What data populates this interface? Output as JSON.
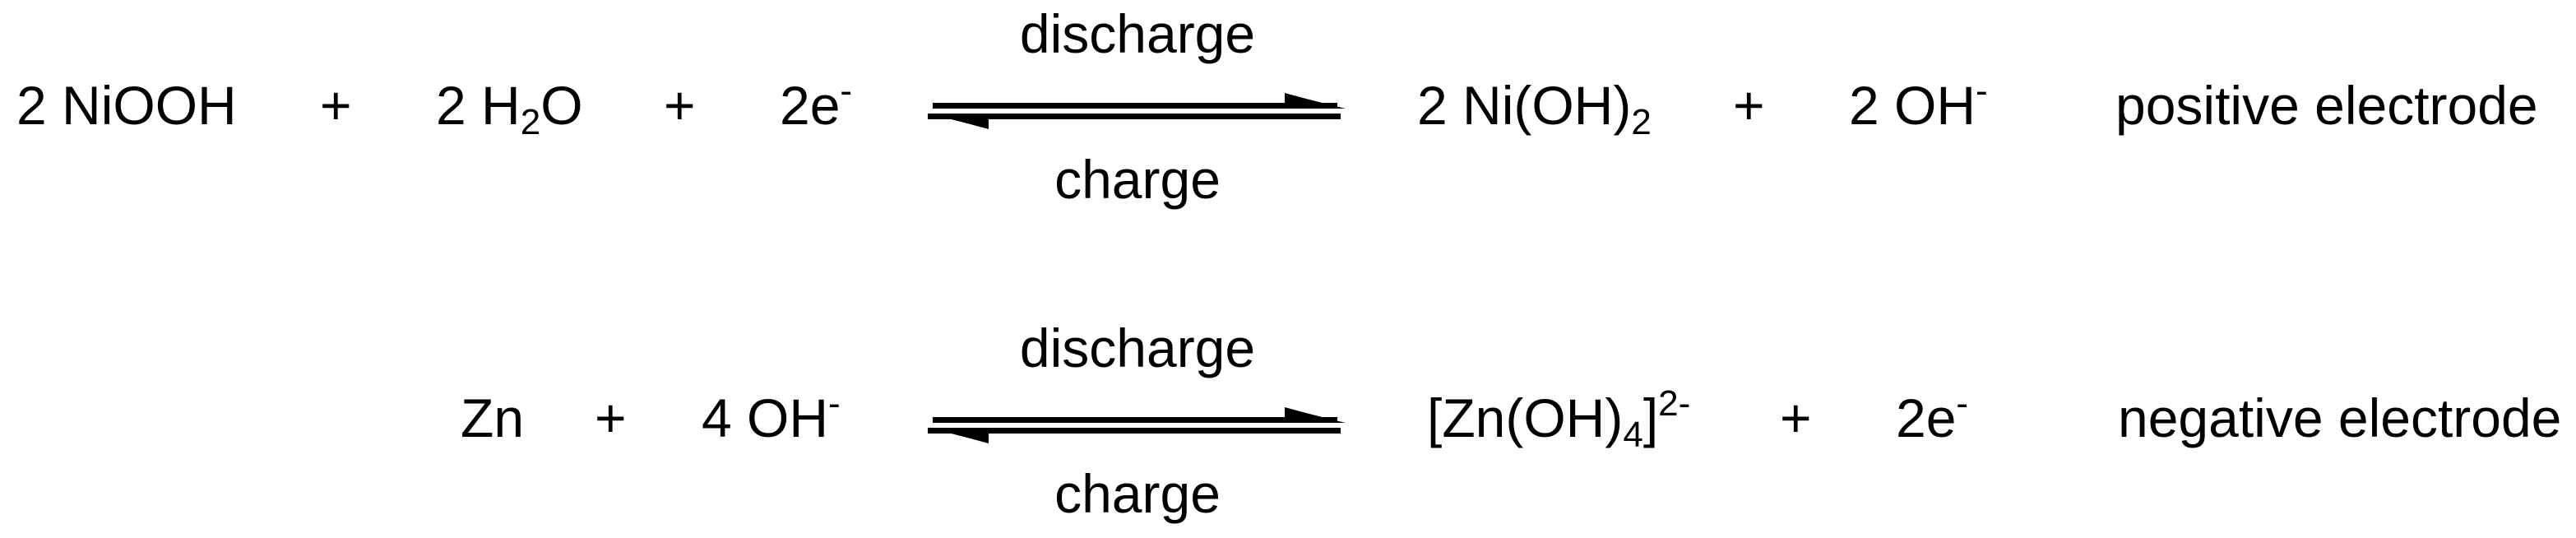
{
  "page": {
    "background_color": "#ffffff",
    "text_color": "#000000"
  },
  "reactions": [
    {
      "id": "positive-electrode-reaction",
      "electrode_label": "positive electrode",
      "arrow": {
        "forward_label": "discharge",
        "reverse_label": "charge"
      },
      "lhs": {
        "term1": {
          "base": "2 NiOOH"
        },
        "plus1": "+",
        "term2": {
          "base": "2 H",
          "sub": "2",
          "after": "O"
        },
        "plus2": "+",
        "term3": {
          "base": "2e",
          "sup": "-"
        }
      },
      "rhs": {
        "term1": {
          "base": "2 Ni(OH)",
          "sub": "2"
        },
        "plus1": "+",
        "term2": {
          "base": "2 OH",
          "sup": "-"
        }
      }
    },
    {
      "id": "negative-electrode-reaction",
      "electrode_label": "negative electrode",
      "arrow": {
        "forward_label": "discharge",
        "reverse_label": "charge"
      },
      "lhs": {
        "term1": {
          "base": "Zn"
        },
        "plus1": "+",
        "term2": {
          "base": "4 OH",
          "sup": "-"
        }
      },
      "rhs": {
        "term1": {
          "base": "[Zn(OH)",
          "sub": "4",
          "after": "]",
          "sup": "2-"
        },
        "plus1": "+",
        "term2": {
          "base": "2e",
          "sup": "-"
        }
      }
    }
  ]
}
